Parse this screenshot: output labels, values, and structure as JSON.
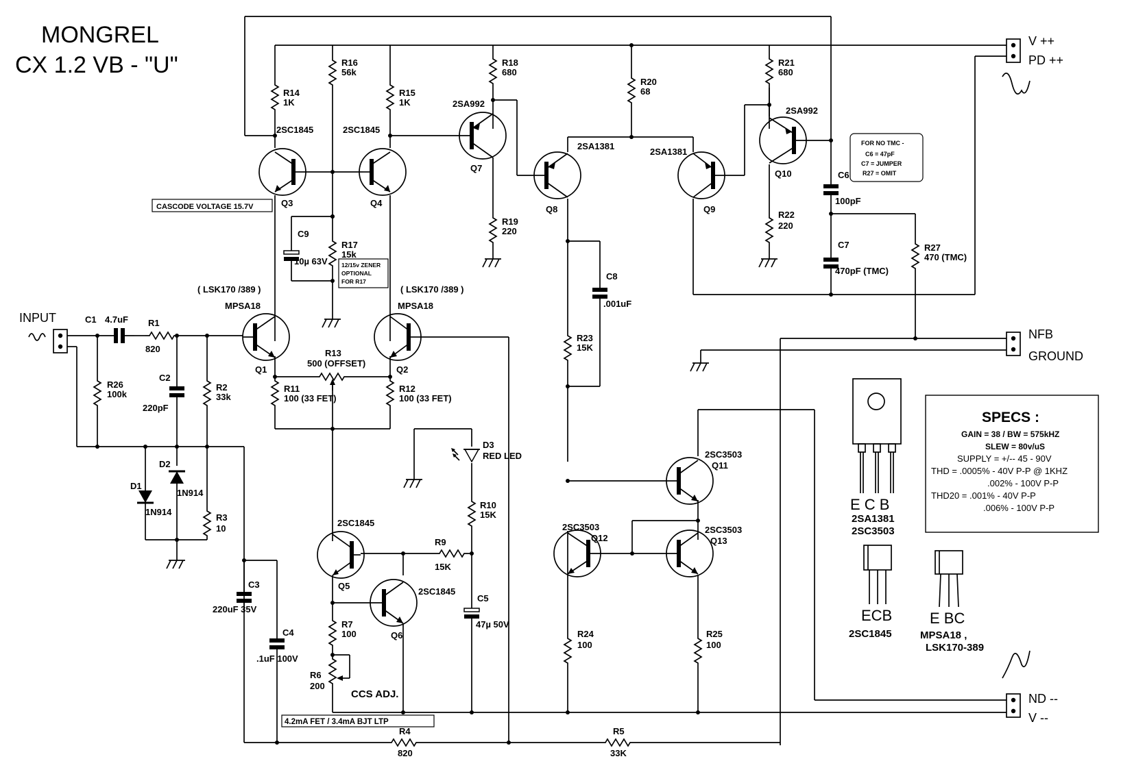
{
  "title": {
    "line1": "MONGREL",
    "line2": "CX 1.2 VB - \"U\""
  },
  "connectors": {
    "input": "INPUT",
    "vpp": "V ++",
    "pdpp": "PD  ++",
    "nfb": "NFB",
    "ground": "GROUND",
    "ndmm": "ND --",
    "vmm": "V --"
  },
  "notes": {
    "cascode": "CASCODE VOLTAGE 15.7V",
    "zener": [
      "12/15v ZENER",
      "OPTIONAL",
      "FOR R17"
    ],
    "ltp": "4.2mA FET /  3.4mA BJT LTP",
    "no_tmc": [
      "FOR NO TMC -",
      "C6 = 47pF",
      "C7 = JUMPER",
      "R27 = OMIT"
    ],
    "lsk_left": "( LSK170 /389 )",
    "lsk_right": "( LSK170 /389 )",
    "ccs_adj": "CCS ADJ."
  },
  "specs": {
    "heading": "SPECS :",
    "lines": [
      "GAIN = 38 / BW = 575kHZ",
      "SLEW = 80v/uS",
      "SUPPLY =  +/-- 45 - 90V",
      "THD = .0005% - 40V P-P  @ 1KHZ",
      ".002% - 100V P-P",
      "THD20 = .001% - 40V P-P",
      ".006% - 100V P-P"
    ]
  },
  "packages": {
    "to126_pins": "E C B",
    "to126_parts": [
      "2SA1381",
      "2SC3503"
    ],
    "to92a_pins": "ECB",
    "to92a_part": "2SC1845",
    "to92b_pins": "E BC",
    "to92b_parts": [
      "MPSA18 ,",
      "LSK170-389"
    ]
  },
  "transistors": {
    "q1": {
      "ref": "Q1",
      "type": "MPSA18"
    },
    "q2": {
      "ref": "Q2",
      "type": "MPSA18"
    },
    "q3": {
      "ref": "Q3",
      "type": "2SC1845"
    },
    "q4": {
      "ref": "Q4",
      "type": "2SC1845"
    },
    "q5": {
      "ref": "Q5",
      "type": "2SC1845"
    },
    "q6": {
      "ref": "Q6",
      "type": "2SC1845"
    },
    "q7": {
      "ref": "Q7",
      "type": "2SA992"
    },
    "q8": {
      "ref": "Q8",
      "type": "2SA1381"
    },
    "q9": {
      "ref": "Q9",
      "type": "2SA1381"
    },
    "q10": {
      "ref": "Q10",
      "type": "2SA992"
    },
    "q11": {
      "ref": "Q11",
      "type": "2SC3503"
    },
    "q12": {
      "ref": "Q12",
      "type": "2SC3503"
    },
    "q13": {
      "ref": "Q13",
      "type": "2SC3503"
    }
  },
  "resistors": {
    "r1": {
      "ref": "R1",
      "value": "820"
    },
    "r2": {
      "ref": "R2",
      "value": "33k"
    },
    "r3": {
      "ref": "R3",
      "value": "10"
    },
    "r4": {
      "ref": "R4",
      "value": "820"
    },
    "r5": {
      "ref": "R5",
      "value": "33K"
    },
    "r6": {
      "ref": "R6",
      "value": "200"
    },
    "r7": {
      "ref": "R7",
      "value": "100"
    },
    "r9": {
      "ref": "R9",
      "value": "15K"
    },
    "r10": {
      "ref": "R10",
      "value": "15K"
    },
    "r11": {
      "ref": "R11",
      "value": "100 (33 FET)"
    },
    "r12": {
      "ref": "R12",
      "value": "100 (33 FET)"
    },
    "r13": {
      "ref": "R13",
      "value": "500 (OFFSET)"
    },
    "r14": {
      "ref": "R14",
      "value": "1K"
    },
    "r15": {
      "ref": "R15",
      "value": "1K"
    },
    "r16": {
      "ref": "R16",
      "value": "56k"
    },
    "r17": {
      "ref": "R17",
      "value": "15k"
    },
    "r18": {
      "ref": "R18",
      "value": "680"
    },
    "r19": {
      "ref": "R19",
      "value": "220"
    },
    "r20": {
      "ref": "R20",
      "value": "68"
    },
    "r21": {
      "ref": "R21",
      "value": "680"
    },
    "r22": {
      "ref": "R22",
      "value": "220"
    },
    "r23": {
      "ref": "R23",
      "value": "15K"
    },
    "r24": {
      "ref": "R24",
      "value": "100"
    },
    "r25": {
      "ref": "R25",
      "value": "100"
    },
    "r26": {
      "ref": "R26",
      "value": "100k"
    },
    "r27": {
      "ref": "R27",
      "value": "470 (TMC)"
    }
  },
  "capacitors": {
    "c1": {
      "ref": "C1",
      "value": "4.7uF"
    },
    "c2": {
      "ref": "C2",
      "value": "220pF"
    },
    "c3": {
      "ref": "C3",
      "value": "220uF 35V"
    },
    "c4": {
      "ref": "C4",
      "value": ".1uF 100V"
    },
    "c5": {
      "ref": "C5",
      "value": "47µ 50V"
    },
    "c6": {
      "ref": "C6",
      "value": "100pF"
    },
    "c7": {
      "ref": "C7",
      "value": "470pF (TMC)"
    },
    "c8": {
      "ref": "C8",
      "value": ".001uF"
    },
    "c9": {
      "ref": "C9",
      "value": "10µ 63V"
    }
  },
  "diodes": {
    "d1": {
      "ref": "D1",
      "value": "1N914"
    },
    "d2": {
      "ref": "D2",
      "value": "1N914"
    },
    "d3": {
      "ref": "D3",
      "value": "RED LED"
    }
  }
}
